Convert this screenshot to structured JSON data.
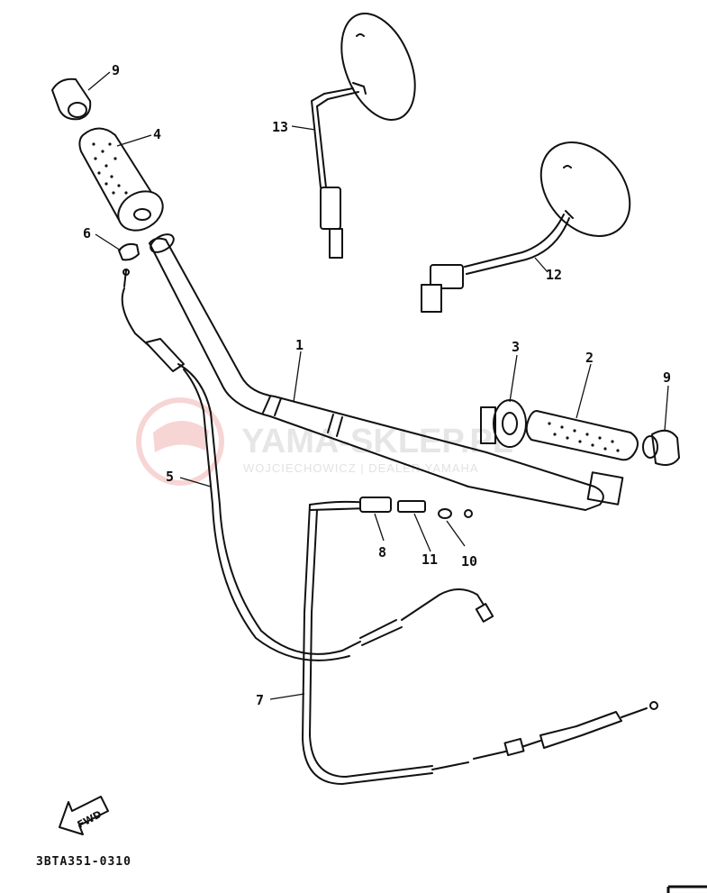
{
  "watermark": {
    "brand": "YAMA-SKLEP.PL",
    "dealer": "WOJCIECHOWICZ | DEALER YAMAHA",
    "logo_color": "#f2b3b3"
  },
  "diagram": {
    "drawing_code": "3BTA351-0310",
    "fwd_arrow_label": "FWD",
    "callouts": [
      "1",
      "2",
      "3",
      "4",
      "5",
      "6",
      "7",
      "8",
      "9",
      "9",
      "10",
      "11",
      "12",
      "13"
    ]
  },
  "colors": {
    "ink": "#111111",
    "background": "#ffffff"
  }
}
